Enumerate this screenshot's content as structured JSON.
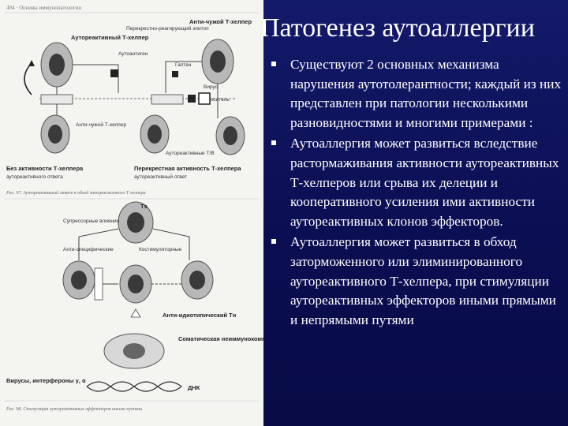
{
  "slide": {
    "title": "Патогенез аутоаллергии",
    "bullets": [
      {
        "text": "Существуют 2 основных механизма нарушения аутотолерантности; каждый из них представлен при патологии несколькими разновидностями и многими примерами :"
      },
      {
        "text": "Аутоаллергия может развиться вследствие растормаживания активности аутореактивных Т-хелперов или срыва их делеции и кооперативного усиления ими активности аутореактивных клонов эффекторов."
      },
      {
        "text": "Аутоаллергия может развиться в обход заторможенного или элиминированного аутореактивного Т-хелпера, при стимуляции аутореактивных эффекторов иными прямыми и непрямыми путями"
      }
    ]
  },
  "figure": {
    "page_header": "494 · Основы иммунопатологии",
    "labels": {
      "anti_self_th": "Анти-чужой Т-хелпер",
      "autoreactive_th": "Аутореактивный Т-хелпер",
      "cross_epitope": "Перекрестно-реагирующий эпитоп",
      "virus": "Вирус",
      "autoantigen": "Аутоантиген",
      "hapten": "Гаптен",
      "carrier": "Носитель",
      "anti_alien_th": "Анти-чужой Т-хелпер",
      "autoreactive_tb": "Аутореактивные Т/В",
      "without_th": "Без активности Т-хелпера",
      "without_th_sub": "аутореактивного ответа",
      "cross_th": "Перекрестная активность Т-хелпера",
      "cross_th_sub": "аутореактивный ответ",
      "ts": "Тs",
      "suppressor": "Супрессорные влияния",
      "anti_specific": "Анти-специфические",
      "costimul": "Костимуляторные",
      "anti_idiotypic": "Анти-идиотипический Тн",
      "somatic": "Соматическая неиммунокомпетентная клетка",
      "viruses": "Вирусы, интерфероны γ, α",
      "dna": "ДНК",
      "caption1": "Рис. 97. Аутореактивный ответ в обход заторможенного Т-хелпера",
      "caption2": "Рис. 98. Стимуляция аутореактивных эффекторов иными путями"
    }
  }
}
